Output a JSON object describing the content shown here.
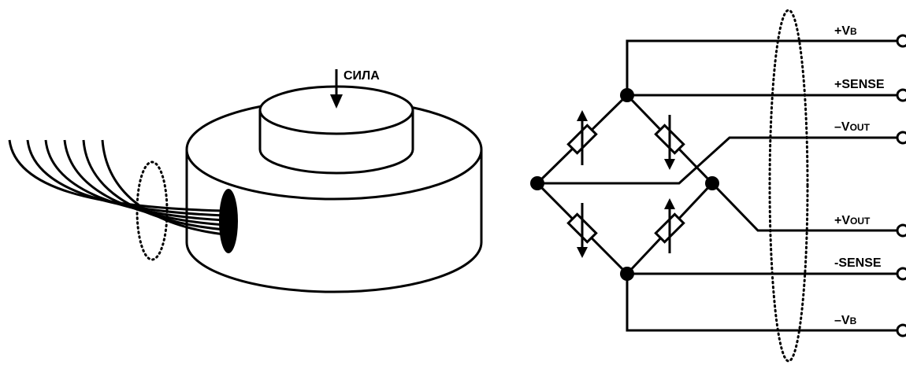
{
  "load_cell": {
    "force_label": "СИЛА"
  },
  "bridge": {
    "terminals": [
      {
        "id": "vb-plus",
        "sign": "+",
        "main": "V",
        "sub": "B"
      },
      {
        "id": "sense-plus",
        "sign": "",
        "main": "+SENSE",
        "sub": ""
      },
      {
        "id": "vout-minus",
        "sign": "–",
        "main": "V",
        "sub": "OUT"
      },
      {
        "id": "vout-plus",
        "sign": "+",
        "main": "V",
        "sub": "OUT"
      },
      {
        "id": "sense-minus",
        "sign": "",
        "main": "-SENSE",
        "sub": ""
      },
      {
        "id": "vb-minus",
        "sign": "–",
        "main": "V",
        "sub": "B"
      }
    ]
  },
  "colors": {
    "line": "#000000",
    "background": "#ffffff"
  }
}
